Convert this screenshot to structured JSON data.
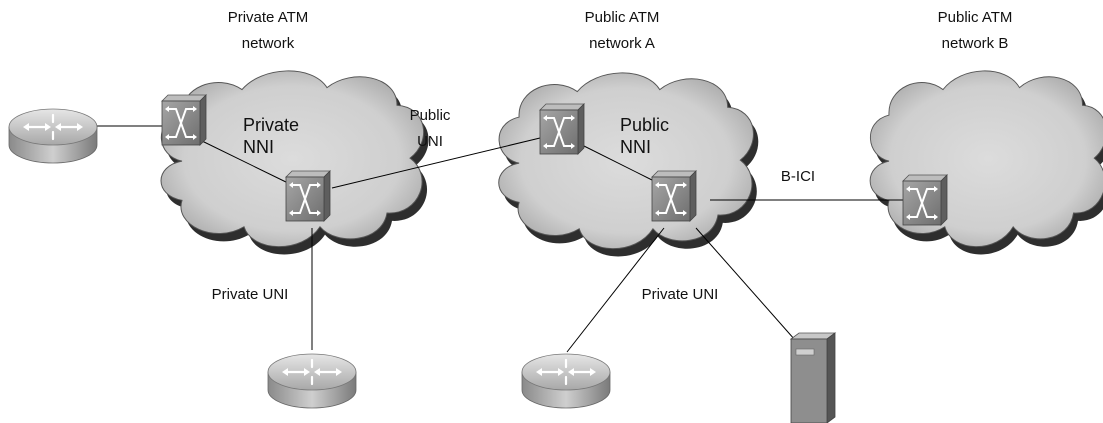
{
  "networks": {
    "private": {
      "title_line1": "Private ATM",
      "title_line2": "network"
    },
    "public_a": {
      "title_line1": "Public ATM",
      "title_line2": "network A"
    },
    "public_b": {
      "title_line1": "Public ATM",
      "title_line2": "network B"
    }
  },
  "labels": {
    "private_nni_line1": "Private",
    "private_nni_line2": "NNI",
    "public_uni_line1": "Public",
    "public_uni_line2": "UNI",
    "public_nni_line1": "Public",
    "public_nni_line2": "NNI",
    "b_ici": "B-ICI",
    "private_uni_left": "Private UNI",
    "private_uni_right": "Private UNI"
  },
  "icons": {
    "switch": "atm-switch-icon",
    "router": "router-icon",
    "server": "server-icon",
    "cloud": "cloud-icon"
  },
  "colors": {
    "cloud_fill": "#d4d4d4",
    "cloud_shadow": "#3a3a3a",
    "switch_face": "#8c8c8c",
    "router_body": "#b4b4b4",
    "server_body": "#9a9a9a"
  }
}
